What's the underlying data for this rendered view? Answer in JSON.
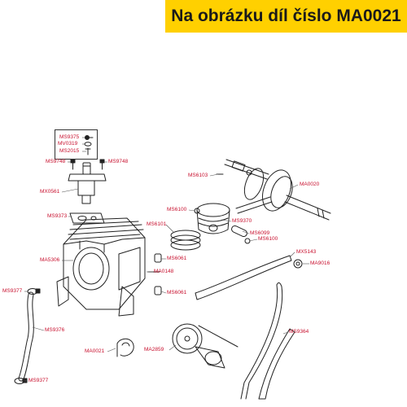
{
  "banner": {
    "text": "Na obrázku díl číslo MA0021",
    "color": "#ffd000"
  },
  "label_color": "#c8102e",
  "parts": {
    "ms9375": "MS9375",
    "mv0319": "MV0319",
    "ms2015": "MS2015",
    "ms9748_left": "MS9748",
    "ms9748_right": "MS9748",
    "mx0561": "MX0561",
    "ms9373": "MS9373",
    "ms6103": "MS6103",
    "ma0020": "MA0020",
    "ms6100_top": "MS6100",
    "ms9370": "MS9370",
    "ms6101": "MS6101",
    "ms6099": "MS6099",
    "ms6100_bottom": "MS6100",
    "mx5143": "MX5143",
    "ma5306": "MA5306",
    "ms6061_top": "MS6061",
    "ma9016": "MA9016",
    "ma0148": "MA0148",
    "ms9377_top": "MS9377",
    "ms6061_bottom": "MS6061",
    "ms9376": "MS9376",
    "ms9364": "MS9364",
    "ma2859": "MA2859",
    "ma0021": "MA0021",
    "ms9377_bottom": "MS9377"
  }
}
